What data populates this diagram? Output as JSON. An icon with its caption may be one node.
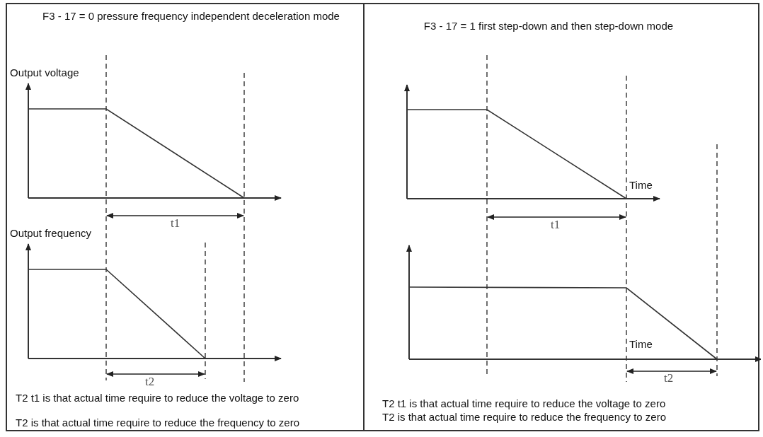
{
  "diagram": {
    "nodes": [
      {
        "text": [
          "F3 - 17 = 0 pressure frequency independent deceleration mode",
          "T2 t1 is that actual time require to reduce the voltage to zero",
          "T2 is that actual time require to reduce the frequency to zero"
        ]
      },
      {
        "text": [
          "F3 - 17 = 1 first step-down and then step-down mode",
          "T2 t1 is that actual time require to reduce the voltage to zero",
          "T2 is that actual time require to reduce the frequency to zero"
        ]
      }
    ],
    "edges": [],
    "labels": [
      "Output voltage",
      "t1",
      "Output frequency",
      "t2",
      "Time",
      "t1",
      "Time",
      "t2"
    ]
  }
}
